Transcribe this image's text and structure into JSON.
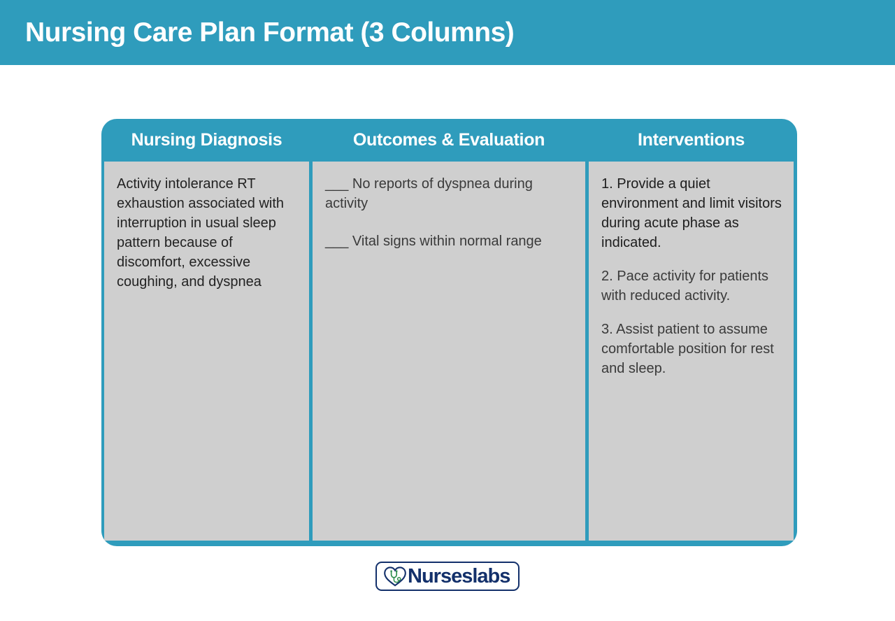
{
  "banner": {
    "title": "Nursing Care Plan Format (3 Columns)",
    "background_color": "#2f9cbc",
    "text_color": "#ffffff"
  },
  "table": {
    "frame_color": "#2f9cbc",
    "cell_background_color": "#cfcfcf",
    "body_text_color": "#3a3a3a",
    "columns": [
      {
        "header": "Nursing Diagnosis",
        "items": [
          "Activity intolerance RT exhaustion associated with interruption in usual sleep pattern because of discomfort, excessive coughing, and dyspnea"
        ]
      },
      {
        "header": "Outcomes & Evaluation",
        "items": [
          "___ No reports of dyspnea during activity",
          "___ Vital signs within normal range"
        ]
      },
      {
        "header": "Interventions",
        "items": [
          "1. Provide a quiet environment and limit visitors during acute phase as indicated.",
          "2. Pace activity for patients with reduced activity.",
          "3. Assist patient to assume comfortable position for rest and sleep."
        ]
      }
    ]
  },
  "logo": {
    "text": "Nurseslabs",
    "icon": "heart-stethoscope-icon",
    "border_color": "#13306b",
    "text_color": "#13306b",
    "accent_color": "#2f8f4e"
  }
}
